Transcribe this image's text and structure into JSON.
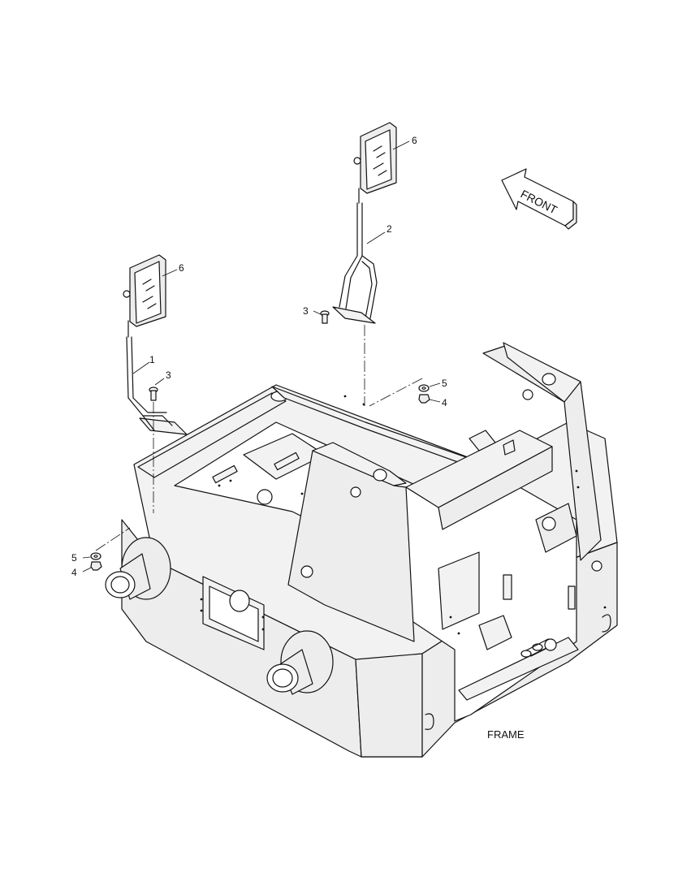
{
  "diagram": {
    "caption": "FRAME",
    "front_arrow": {
      "label": "FRONT"
    },
    "callouts": [
      {
        "id": "callout-1",
        "label": "1"
      },
      {
        "id": "callout-2",
        "label": "2"
      },
      {
        "id": "callout-3a",
        "label": "3"
      },
      {
        "id": "callout-3b",
        "label": "3"
      },
      {
        "id": "callout-4a",
        "label": "4"
      },
      {
        "id": "callout-4b",
        "label": "4"
      },
      {
        "id": "callout-5a",
        "label": "5"
      },
      {
        "id": "callout-5b",
        "label": "5"
      },
      {
        "id": "callout-6a",
        "label": "6"
      },
      {
        "id": "callout-6b",
        "label": "6"
      }
    ]
  }
}
